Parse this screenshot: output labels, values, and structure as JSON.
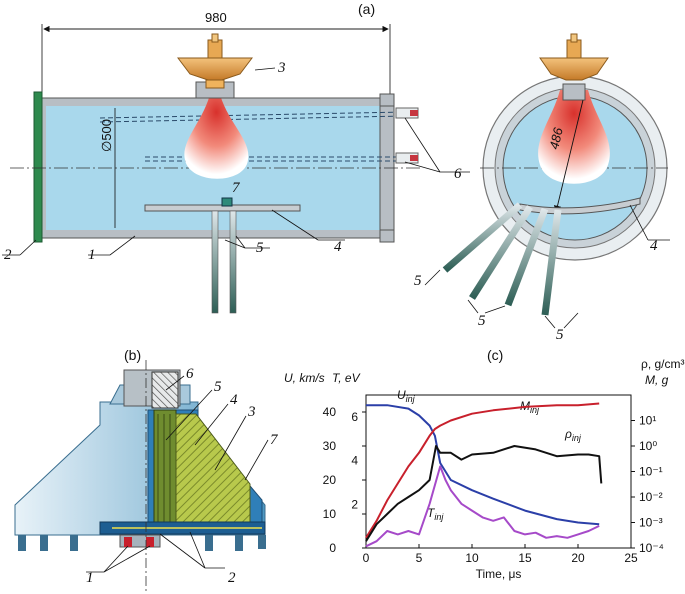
{
  "panels": {
    "a": "(a)",
    "b": "(b)",
    "c": "(c)"
  },
  "dimensions": {
    "length": "980",
    "diameter": "∅500",
    "radius": "486"
  },
  "callouts_a": [
    "1",
    "2",
    "3",
    "4",
    "5",
    "6",
    "7"
  ],
  "callouts_b": [
    "1",
    "2",
    "3",
    "4",
    "5",
    "6",
    "7"
  ],
  "colors": {
    "chamber_fill": "#a9d8ec",
    "wall": "#b8bec4",
    "flange": "#2e8a4e",
    "plasma": "#e4413a",
    "injector": "#d9903a",
    "u_inj": "#2b3fa8",
    "m_inj": "#c8202c",
    "rho_inj": "#111111",
    "t_inj": "#a64ac9"
  },
  "chart_data": {
    "type": "line",
    "xlabel": "Time, μs",
    "xlim": [
      0,
      25
    ],
    "x_ticks": [
      "0",
      "5",
      "10",
      "15",
      "20",
      "25"
    ],
    "axes": {
      "u": {
        "label": "U, km/s",
        "lim": [
          0,
          45
        ],
        "ticks": [
          "0",
          "10",
          "20",
          "30",
          "40"
        ]
      },
      "t": {
        "label": "T, eV",
        "lim": [
          0,
          7
        ],
        "ticks": [
          "2",
          "4",
          "6"
        ]
      },
      "rho": {
        "label": "ρ, g/cm³",
        "scale": "log",
        "lim": [
          -4,
          2
        ],
        "ticks": [
          "10⁻⁴",
          "10⁻³",
          "10⁻²",
          "10⁻¹",
          "10⁰",
          "10¹"
        ]
      },
      "m": {
        "label": "M, g"
      }
    },
    "series": [
      {
        "name": "Uinj",
        "label_main": "U",
        "label_sub": "inj",
        "color": "#2b3fa8",
        "axis": "u",
        "x": [
          0,
          2,
          4,
          5,
          6,
          6.5,
          7,
          8,
          10,
          12,
          15,
          18,
          20,
          22
        ],
        "y": [
          42,
          42,
          41,
          39,
          36,
          33,
          25,
          20,
          17,
          14.5,
          11,
          8.5,
          7.5,
          7
        ]
      },
      {
        "name": "Minj",
        "label_main": "M",
        "label_sub": "inj",
        "color": "#c8202c",
        "axis": "u",
        "x": [
          0,
          1,
          2,
          3,
          4,
          5,
          6,
          6.5,
          7,
          8,
          10,
          12,
          15,
          18,
          20,
          22
        ],
        "y": [
          3,
          8,
          14,
          19,
          24,
          28,
          33,
          35,
          36,
          37.5,
          39.5,
          40.5,
          41.5,
          42,
          42,
          42.5
        ]
      },
      {
        "name": "ρinj",
        "label_main": "ρ",
        "label_sub": "inj",
        "color": "#111111",
        "axis": "u",
        "x": [
          0,
          1,
          2,
          3,
          4,
          5,
          6,
          6.6,
          7,
          8,
          9,
          10,
          12,
          14,
          16,
          18,
          20,
          21,
          22,
          22.2
        ],
        "y": [
          2,
          7,
          10,
          13,
          15,
          17,
          20,
          30,
          28,
          28,
          26,
          27.5,
          28,
          30,
          29,
          27,
          27.5,
          27.5,
          27,
          19
        ]
      },
      {
        "name": "Tinj",
        "label_main": "T",
        "label_sub": "inj",
        "color": "#a64ac9",
        "axis": "u",
        "x": [
          0,
          1,
          2,
          3,
          4,
          5,
          6,
          7,
          7.5,
          8,
          9,
          10,
          11,
          12,
          13,
          14,
          15,
          16,
          17,
          18,
          19,
          20,
          21,
          22
        ],
        "y": [
          0.5,
          2,
          5,
          4,
          5,
          4,
          13,
          24,
          20,
          17,
          13,
          11,
          9,
          8,
          9,
          5,
          4,
          4.5,
          3,
          3.5,
          3,
          4,
          5,
          6.5
        ]
      }
    ]
  }
}
